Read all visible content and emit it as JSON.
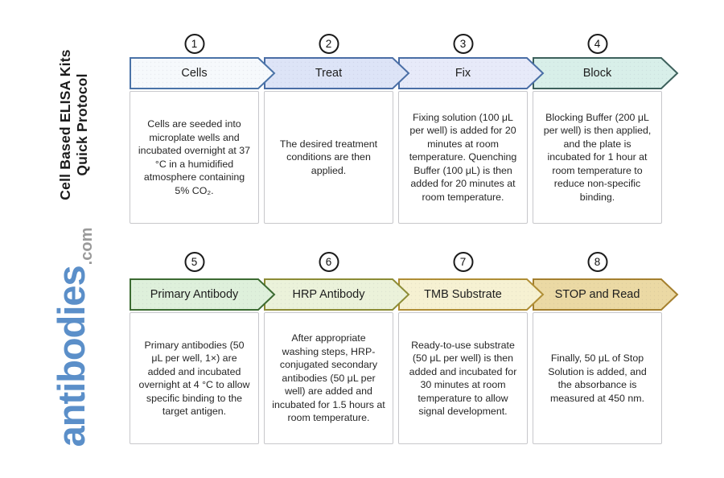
{
  "branding": {
    "title_line1": "Cell Based ELISA Kits",
    "title_line2": "Quick Protocol",
    "logo_text": "antibodies",
    "logo_suffix": ".com",
    "logo_color": "#5b8fc9",
    "logo_suffix_color": "#9a9a9a"
  },
  "protocol": {
    "steps": [
      {
        "number": "1",
        "title": "Cells",
        "description": "Cells are seeded into microplate wells and incubated overnight at 37 °C in a humidified atmosphere containing 5% CO₂.",
        "fill": "#f6f9fc",
        "border": "#4a73a8"
      },
      {
        "number": "2",
        "title": "Treat",
        "description": "The desired treatment conditions are then applied.",
        "fill": "#dde4f7",
        "border": "#4a6ea6"
      },
      {
        "number": "3",
        "title": "Fix",
        "description": "Fixing solution (100 μL per well) is added for 20 minutes at room temperature. Quenching Buffer (100 μL) is then added for 20 minutes at room temperature.",
        "fill": "#e7eaf9",
        "border": "#4a6ea6"
      },
      {
        "number": "4",
        "title": "Block",
        "description": "Blocking Buffer (200 μL per well) is then applied, and the plate is incubated for 1 hour at room temperature to reduce non-specific binding.",
        "fill": "#d8efe9",
        "border": "#3d615c"
      },
      {
        "number": "5",
        "title": "Primary Antibody",
        "description": "Primary antibodies (50 μL per well, 1×) are added and incubated overnight at 4 °C to allow specific binding to the target antigen.",
        "fill": "#def0db",
        "border": "#3c6b31"
      },
      {
        "number": "6",
        "title": "HRP Antibody",
        "description": "After appropriate washing steps, HRP-conjugated secondary antibodies (50 μL per well) are added and incubated for 1.5 hours at room temperature.",
        "fill": "#ebf2da",
        "border": "#8c8c35"
      },
      {
        "number": "7",
        "title": "TMB Substrate",
        "description": "Ready-to-use substrate (50 μL per well) is then added and incubated for 30 minutes at room temperature to allow signal development.",
        "fill": "#f6f1d2",
        "border": "#b08e35"
      },
      {
        "number": "8",
        "title": "STOP and Read",
        "description": "Finally, 50 μL of Stop Solution is added, and the absorbance is measured at 450 nm.",
        "fill": "#ebd9a4",
        "border": "#a5802e"
      }
    ]
  }
}
